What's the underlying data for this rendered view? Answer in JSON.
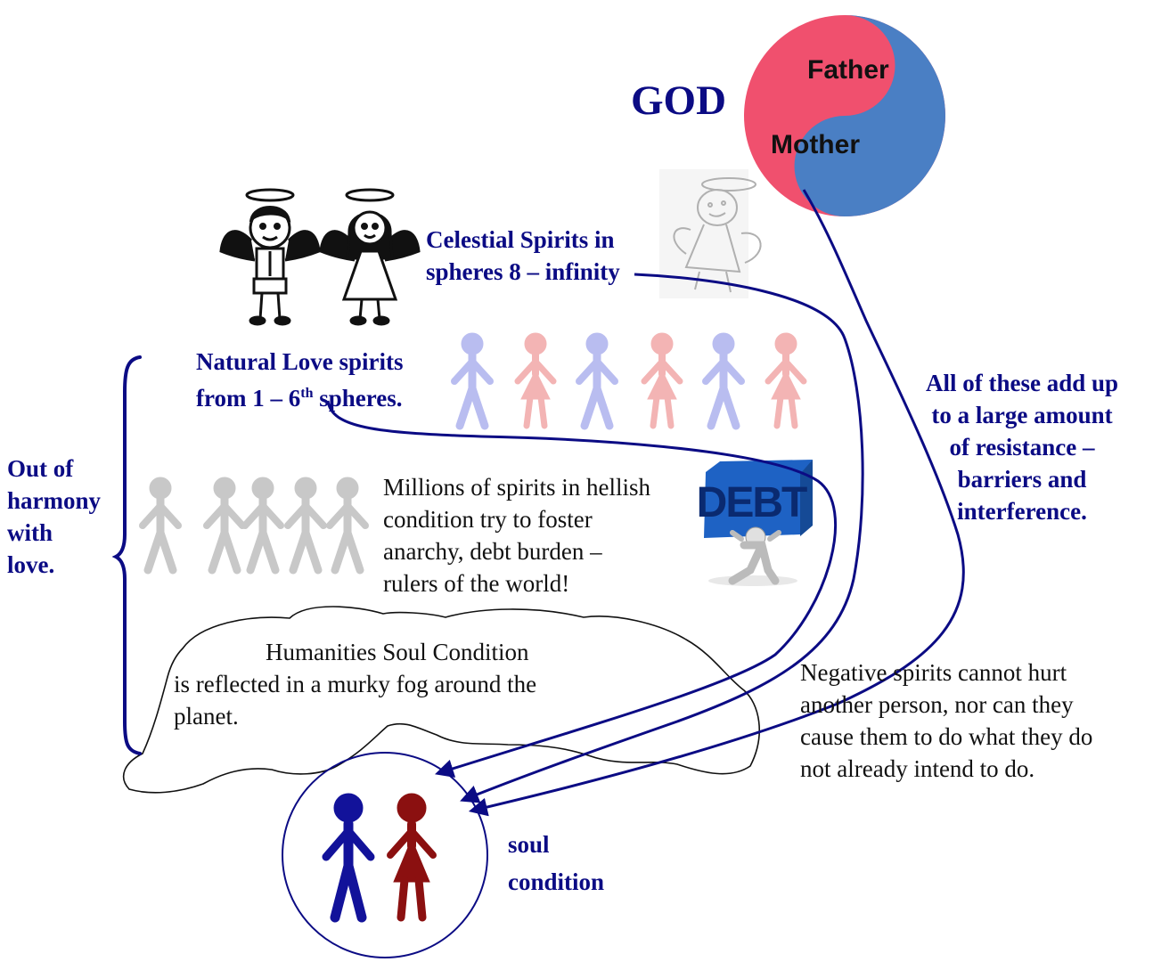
{
  "god": {
    "label": "GOD",
    "father": "Father",
    "mother": "Mother"
  },
  "celestial": {
    "line1": "Celestial Spirits in",
    "line2": "spheres 8 – infinity"
  },
  "natural_love": {
    "line1": "Natural Love spirits",
    "line2_pre": "from 1 – 6",
    "line2_sup": "th",
    "line2_post": " spheres."
  },
  "out_of_harmony": [
    "Out of",
    "harmony",
    "with",
    "love."
  ],
  "hellish": [
    "Millions of spirits in hellish",
    "condition try to foster",
    "anarchy, debt burden –",
    "rulers of the  world!"
  ],
  "debt_sign": "DEBT",
  "fog": [
    "Humanities Soul Condition",
    "is reflected in a murky fog around the",
    "planet."
  ],
  "resistance": [
    "All of these add up",
    "to a large amount",
    "of resistance –",
    "barriers and",
    "interference."
  ],
  "negative": [
    "Negative spirits cannot hurt",
    "another person, nor can they",
    "cause them to do what they do",
    "not already intend to do."
  ],
  "soul": [
    "soul",
    "condition"
  ],
  "colors": {
    "navy": "#0b0b84",
    "father_blue": "#4a7fc4",
    "mother_pink": "#f0506e",
    "faint_blue": "#b9bdf0",
    "faint_pink": "#f3b4b4",
    "grey_figure": "#c8c8c8",
    "couple_blue": "#12129a",
    "couple_red": "#8b1010"
  }
}
